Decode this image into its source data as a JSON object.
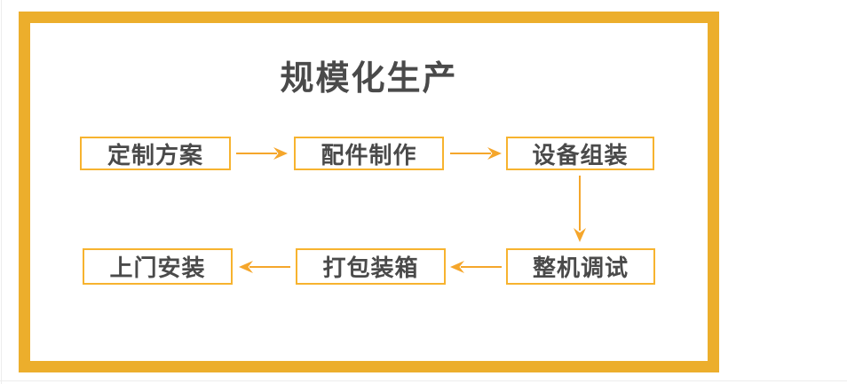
{
  "title": "规模化生产",
  "flow": {
    "steps": [
      {
        "label": "定制方案"
      },
      {
        "label": "配件制作"
      },
      {
        "label": "设备组装"
      },
      {
        "label": "整机调试"
      },
      {
        "label": "打包装箱"
      },
      {
        "label": "上门安装"
      }
    ]
  },
  "colors": {
    "frame-color": "#ECAE2C",
    "box-border-color": "#F7B32F",
    "arrow-color": "#F5A62B",
    "text-color": "#4A4A4A",
    "edge-line-color": "#EDEDED",
    "page-bg": "#FFFFFF"
  }
}
